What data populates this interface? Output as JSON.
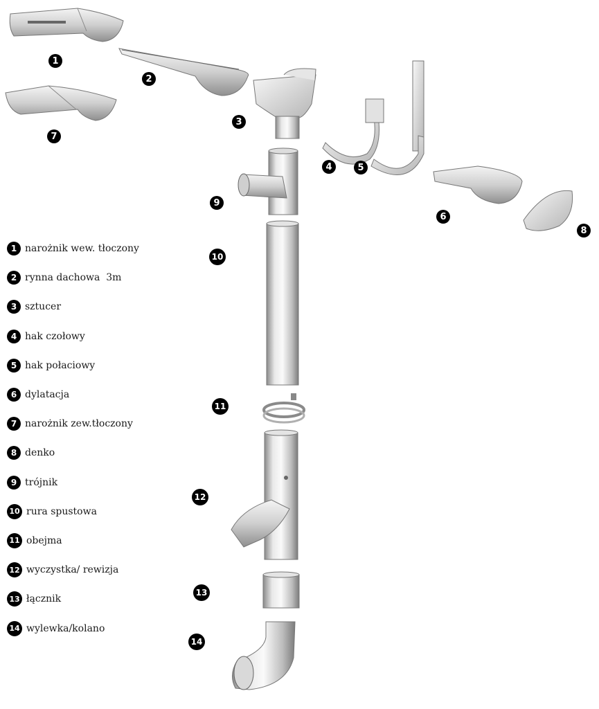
{
  "legend": [
    {
      "num": "1",
      "label": "narożnik wew. tłoczony"
    },
    {
      "num": "2",
      "label": "rynna dachowa  3m"
    },
    {
      "num": "3",
      "label": "sztucer"
    },
    {
      "num": "4",
      "label": "hak czołowy"
    },
    {
      "num": "5",
      "label": "hak połaciowy"
    },
    {
      "num": "6",
      "label": "dylatacja"
    },
    {
      "num": "7",
      "label": "narożnik zew.tłoczony"
    },
    {
      "num": "8",
      "label": "denko"
    },
    {
      "num": "9",
      "label": "trójnik"
    },
    {
      "num": "10",
      "label": "rura spustowa"
    },
    {
      "num": "11",
      "label": "obejma"
    },
    {
      "num": "12",
      "label": "wyczystka/ rewizja"
    },
    {
      "num": "13",
      "label": "łącznik"
    },
    {
      "num": "14",
      "label": "wylewka/kolano"
    }
  ],
  "colors": {
    "metal_light": "#f2f2f2",
    "metal_mid": "#bfbfbf",
    "metal_dark": "#7a7a7a",
    "badge": "#000000"
  }
}
